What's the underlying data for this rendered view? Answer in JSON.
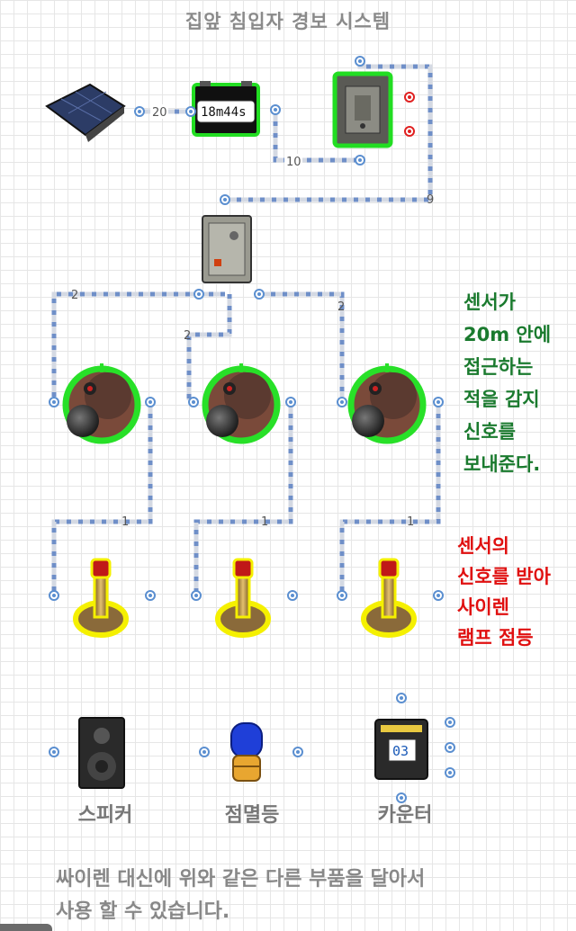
{
  "title": "집앞 침입자 경보 시스템",
  "timer": {
    "value": "18m44s"
  },
  "wire_labels": {
    "solar_to_battery": "20",
    "battery_to_switch": "10",
    "switch_to_branch": "9",
    "branch_left": "2",
    "branch_middle": "2",
    "branch_right": "2",
    "sensor_to_siren_1": "1",
    "sensor_to_siren_2": "1",
    "sensor_to_siren_3": "1",
    "counter_value": "03"
  },
  "notes": {
    "green": [
      "센서가",
      "20m 안에",
      "접근하는",
      "적을 감지",
      "신호를",
      "보내준다."
    ],
    "red": [
      "센서의",
      "신호를 받아",
      "사이렌",
      "램프 점등"
    ]
  },
  "parts": {
    "speaker": "스피커",
    "strobe": "점멸등",
    "counter": "카운터"
  },
  "footer": {
    "line1": "싸이렌 대신에 위와 같은 다른 부품을 달아서",
    "line2": "사용 할 수 있습니다."
  },
  "colors": {
    "wire": "#6f8fc8",
    "wire_dash": "#c9cfdb",
    "sensor_glow": "#28e028",
    "siren_glow": "#f5f000",
    "green_text": "#1a7a2e",
    "red_text": "#e01010"
  }
}
